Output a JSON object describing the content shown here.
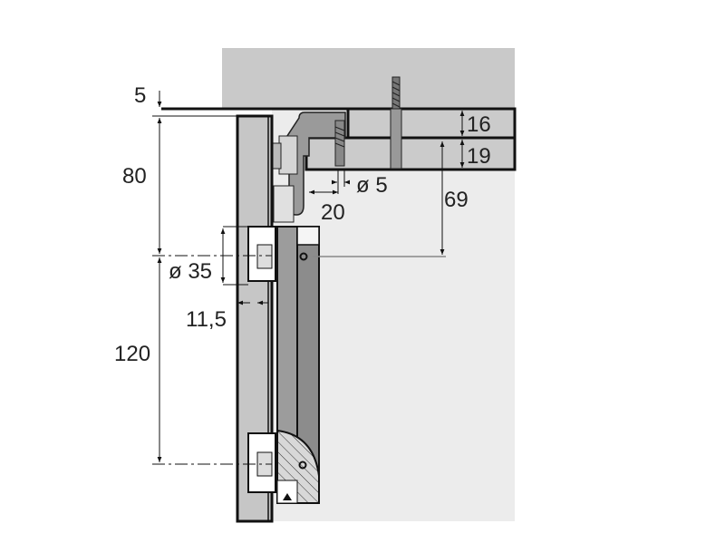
{
  "drawing": {
    "dimensions": {
      "gap_top": "5",
      "hinge_top": "80",
      "hinge_spacing": "120",
      "cup_diameter": "ø 35",
      "cup_offset": "11,5",
      "screw_diameter": "ø 5",
      "rail_depth": "20",
      "rail_height": "69",
      "board_top": "16",
      "board_bottom": "19"
    },
    "colors": {
      "ceiling": "#c9c9c9",
      "board": "#cbcbcb",
      "cabinet": "#ececec",
      "door": "#c6c6c6",
      "profile": "#8c8c8c",
      "line": "#111111"
    }
  }
}
